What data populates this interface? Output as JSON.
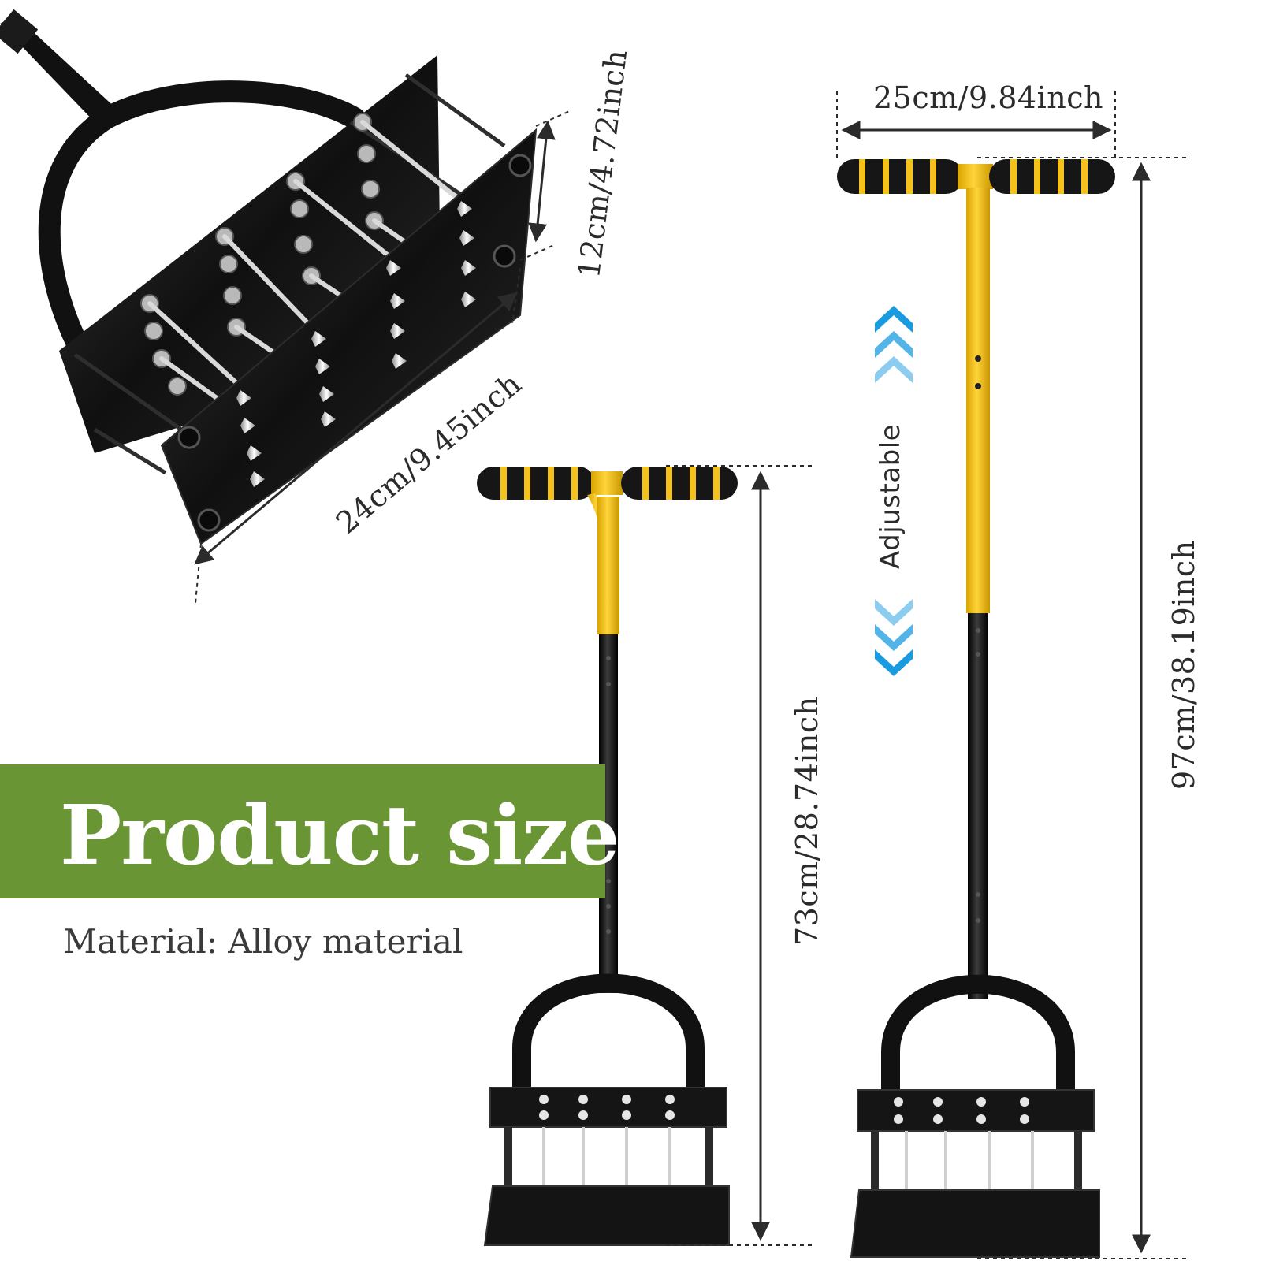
{
  "banner": {
    "title": "Product size",
    "material": "Material: Alloy material",
    "banner_color": "#6a9534"
  },
  "dimensions": {
    "head_width": "24cm/9.45inch",
    "head_height": "12cm/4.72inch",
    "handle_width": "25cm/9.84inch",
    "short_height": "73cm/28.74inch",
    "tall_height": "97cm/38.19inch"
  },
  "adjust": {
    "label": "Adjustable",
    "arrow_color": "#1a9be0"
  },
  "colors": {
    "handle_yellow": "#f4c21a",
    "grip_black": "#161616",
    "metal_black": "#0d0d0d"
  }
}
